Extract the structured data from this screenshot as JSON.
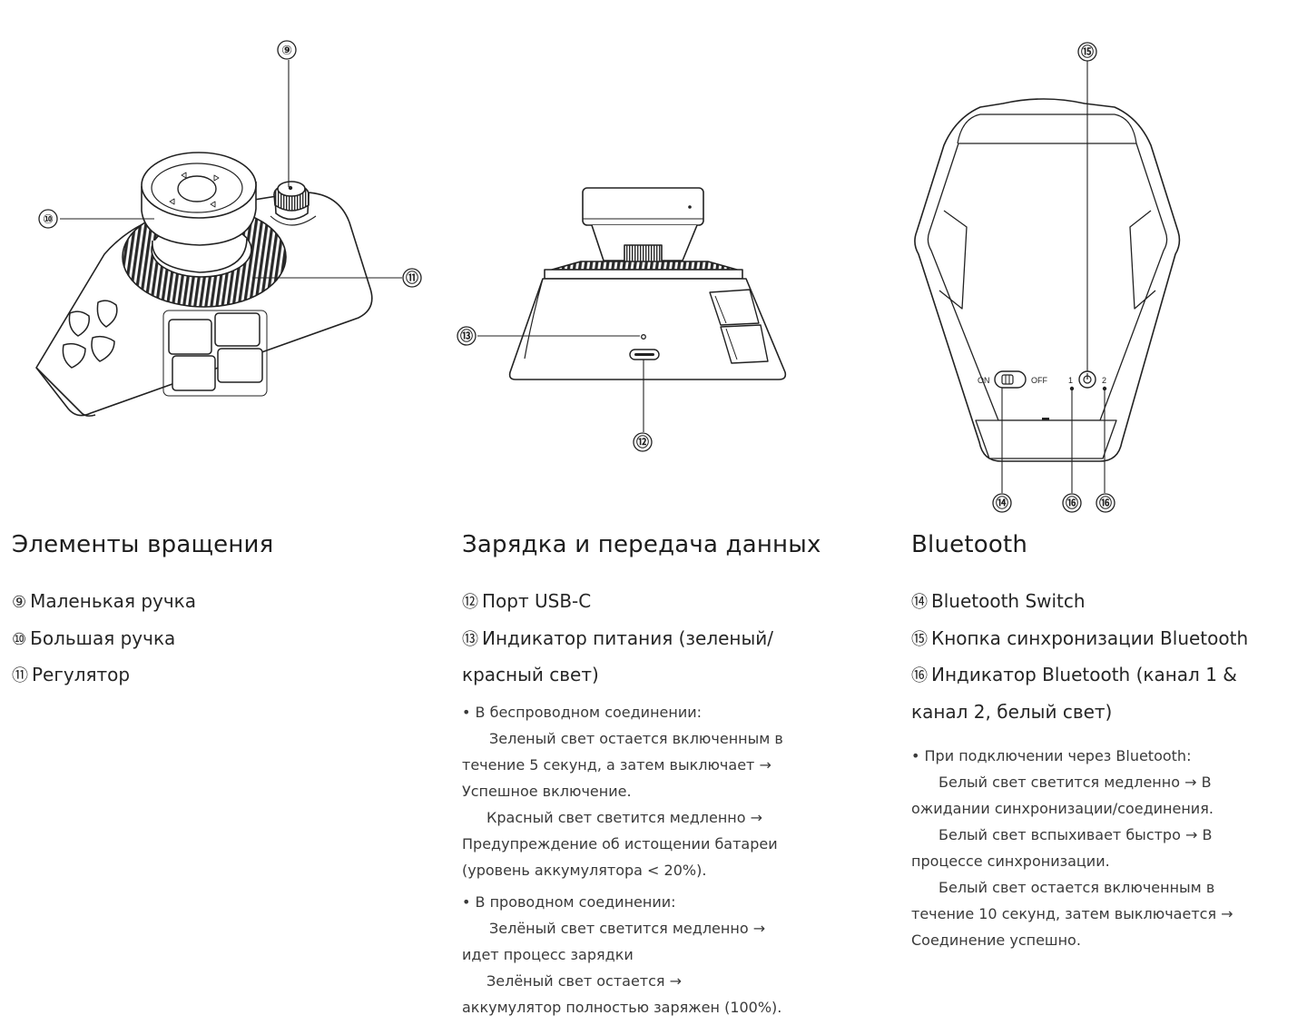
{
  "callouts": {
    "c9": "⑨",
    "c10": "⑩",
    "c11": "⑪",
    "c12": "⑫",
    "c13": "⑬",
    "c14": "⑭",
    "c15": "⑮",
    "c16a": "⑯",
    "c16b": "⑯"
  },
  "switch_labels": {
    "on": "ON",
    "off": "OFF",
    "ch1": "1",
    "ch2": "2"
  },
  "sections": {
    "rotation": {
      "title": "Элементы вращения",
      "items": [
        {
          "num": "⑨",
          "label": "Маленькая ручка"
        },
        {
          "num": "⑩",
          "label": "Большая ручка"
        },
        {
          "num": "⑪",
          "label": "Регулятор"
        }
      ]
    },
    "charging": {
      "title": "Зарядка и передача данных",
      "items": [
        {
          "num": "⑫",
          "label": "Порт USB-C"
        },
        {
          "num": "⑬",
          "label": "Индикатор питания (зеленый/ красный свет)"
        }
      ],
      "notes": {
        "wireless_head": "• В беспроводном соединении:",
        "w1a": "Зеленый свет остается включенным в",
        "w1b": "течение 5 секунд, а затем выключает →",
        "w1c": "Успешное включение.",
        "w2a": "Красный свет светится медленно →",
        "w2b": "Предупреждение об истощении батареи",
        "w2c": "(уровень аккумулятора < 20%).",
        "wired_head": "• В проводном соединении:",
        "d1a": "Зелёный свет светится медленно →",
        "d1b": "идет процесс зарядки",
        "d2a": "Зелёный свет остается →",
        "d2b": "аккумулятор полностью заряжен (100%)."
      }
    },
    "bluetooth": {
      "title": "Bluetooth",
      "items": [
        {
          "num": "⑭",
          "label": "Bluetooth Switch"
        },
        {
          "num": "⑮",
          "label": "Кнопка синхронизации Bluetooth"
        },
        {
          "num": "⑯",
          "label": "Индикатор Bluetooth (канал 1 & канал 2, белый свет)"
        }
      ],
      "notes": {
        "head": "• При подключении через Bluetooth:",
        "b1a": "Белый свет светится медленно → В",
        "b1b": "ожидании синхронизации/соединения.",
        "b2a": "Белый свет вспыхивает быстро → В",
        "b2b": "процессе синхронизации.",
        "b3a": "Белый свет остается включенным в",
        "b3b": "течение 10 секунд, затем выключается →",
        "b3c": "Соединение успешно."
      }
    }
  },
  "colors": {
    "line": "#222222",
    "fill": "#ffffff",
    "shade": "#efefef",
    "dark": "#555555"
  }
}
